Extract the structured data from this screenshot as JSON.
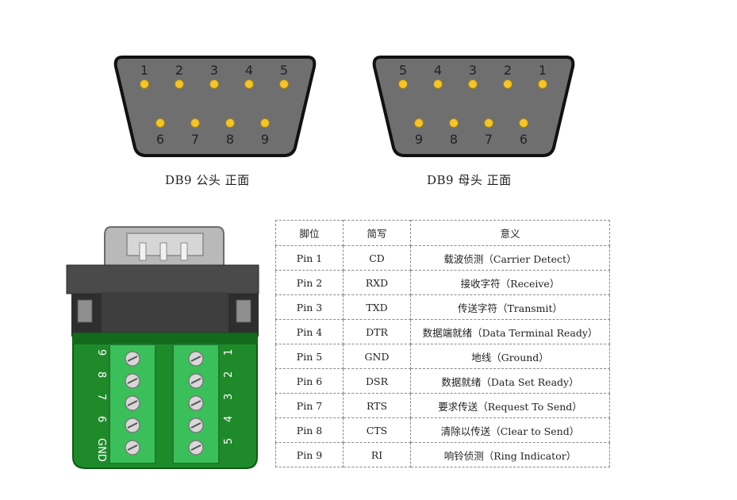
{
  "male": {
    "label": "DB9 公头  正面",
    "top_row": [
      "1",
      "2",
      "3",
      "4",
      "5"
    ],
    "bottom_row": [
      "6",
      "7",
      "8",
      "9"
    ]
  },
  "female": {
    "label": "DB9 母头  正面",
    "top_row": [
      "5",
      "4",
      "3",
      "2",
      "1"
    ],
    "bottom_row": [
      "9",
      "8",
      "7",
      "6"
    ]
  },
  "board": {
    "left_labels": [
      "9",
      "8",
      "7",
      "6",
      "GND"
    ],
    "right_labels": [
      "1",
      "2",
      "3",
      "4",
      "5"
    ]
  },
  "colors": {
    "shell_fill": "#6f6f6f",
    "shell_stroke": "#111111",
    "pin_fill": "#f2c430",
    "pcb_green": "#1f8a2a",
    "terminal_green": "#3bbf5a"
  },
  "table": {
    "headers": [
      "脚位",
      "简写",
      "意义"
    ],
    "rows": [
      [
        "Pin 1",
        "CD",
        "载波侦测（Carrier Detect）"
      ],
      [
        "Pin 2",
        "RXD",
        "接收字符（Receive）"
      ],
      [
        "Pin 3",
        "TXD",
        "传送字符（Transmit）"
      ],
      [
        "Pin 4",
        "DTR",
        "数据端就绪（Data Terminal Ready）"
      ],
      [
        "Pin 5",
        "GND",
        "地线（Ground）"
      ],
      [
        "Pin 6",
        "DSR",
        "数据就绪（Data Set Ready）"
      ],
      [
        "Pin 7",
        "RTS",
        "要求传送（Request To Send）"
      ],
      [
        "Pin 8",
        "CTS",
        "清除以传送（Clear to Send）"
      ],
      [
        "Pin 9",
        "RI",
        "响铃侦测（Ring Indicator）"
      ]
    ]
  }
}
